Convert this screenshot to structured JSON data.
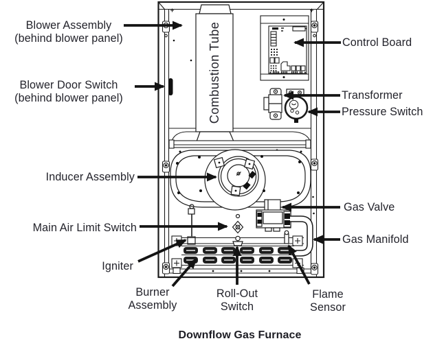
{
  "diagram": {
    "caption": "Downflow Gas Furnace",
    "tube_label": "Combustion Tube",
    "labels": {
      "blower_assembly": {
        "line1": "Blower Assembly",
        "line2": "(behind blower panel)"
      },
      "blower_door_switch": {
        "line1": "Blower Door Switch",
        "line2": "(behind blower panel)"
      },
      "inducer_assembly": {
        "line1": "Inducer Assembly"
      },
      "main_air_limit_switch": {
        "line1": "Main Air Limit Switch"
      },
      "igniter": {
        "line1": "Igniter"
      },
      "burner_assembly": {
        "line1": "Burner",
        "line2": "Assembly"
      },
      "roll_out_switch": {
        "line1": "Roll-Out",
        "line2": "Switch"
      },
      "flame_sensor": {
        "line1": "Flame",
        "line2": "Sensor"
      },
      "control_board": {
        "line1": "Control Board"
      },
      "transformer": {
        "line1": "Transformer"
      },
      "pressure_switch": {
        "line1": "Pressure Switch"
      },
      "gas_valve": {
        "line1": "Gas Valve"
      },
      "gas_manifold": {
        "line1": "Gas Manifold"
      }
    },
    "colors": {
      "line": "#1b1b1b",
      "text": "#23232b",
      "background": "#ffffff"
    }
  }
}
